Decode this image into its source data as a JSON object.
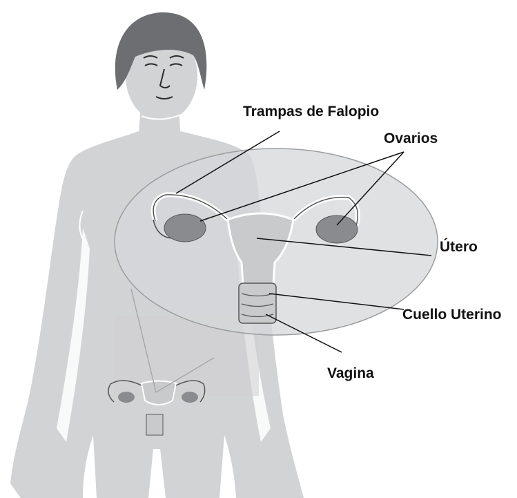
{
  "labels": {
    "fallopian_tubes": "Trampas de Falopio",
    "ovaries": "Ovarios",
    "uterus": "Útero",
    "cervix": "Cuello Uterino",
    "vagina": "Vagina"
  },
  "colors": {
    "body": "#d2d3d5",
    "hair": "#6d6e71",
    "organ": "#c9cacc",
    "organ_dark": "#8a8b8e",
    "outline": "#ffffff",
    "text": "#111111",
    "leader": "#111111"
  }
}
